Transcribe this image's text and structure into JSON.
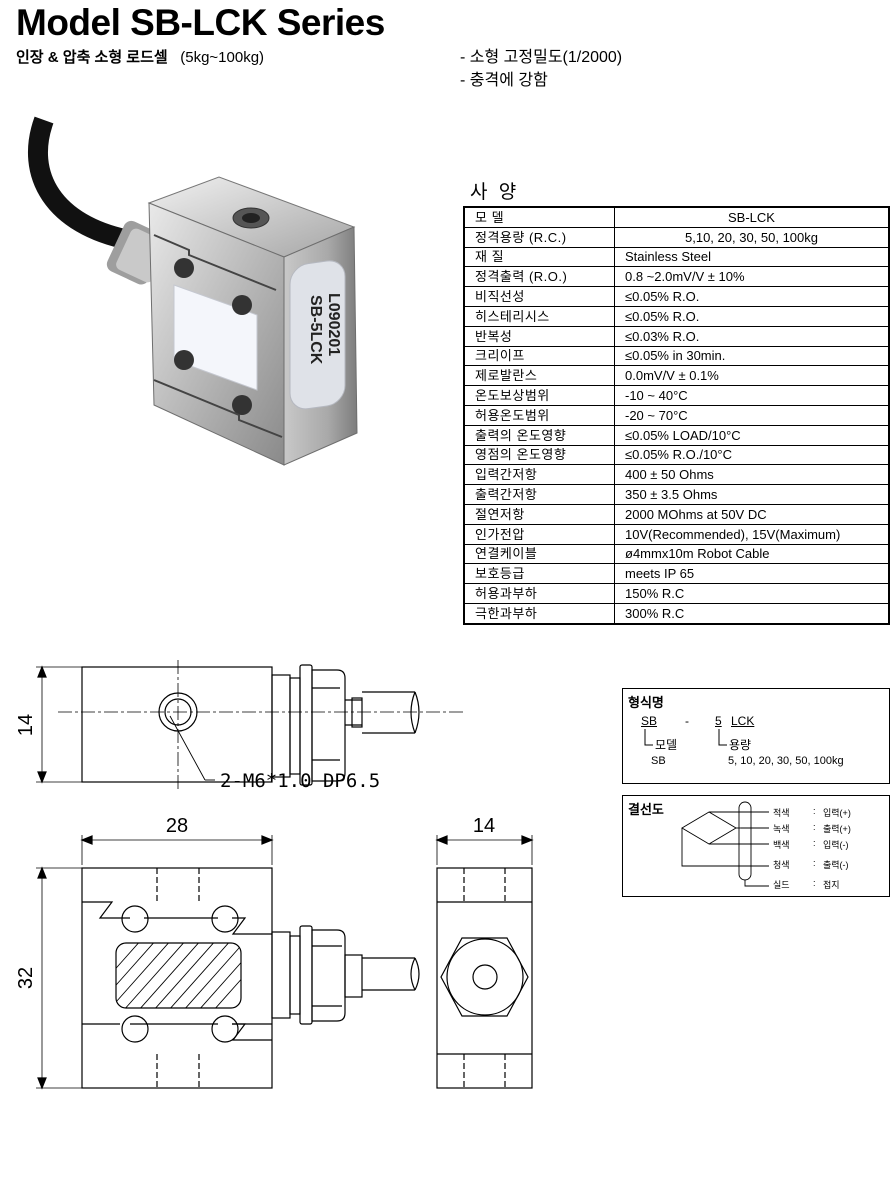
{
  "header": {
    "title": "Model SB-LCK Series",
    "subtitle_ko": "인장 & 압축 소형 로드셀",
    "subtitle_range": "(5kg~100kg)",
    "features": [
      "- 소형 고정밀도(1/2000)",
      "- 충격에 강함"
    ]
  },
  "photo": {
    "label_line1": "SB-5LCK",
    "label_line2": "L090201"
  },
  "specs": {
    "heading": "사  양",
    "rows": [
      {
        "key": "모 델",
        "value": "SB-LCK"
      },
      {
        "key": "정격용량 (R.C.)",
        "value": "5,10, 20, 30, 50, 100kg"
      },
      {
        "key": "재 질",
        "value": "Stainless Steel"
      },
      {
        "key": "정격출력 (R.O.)",
        "value": "0.8 ~2.0mV/V ± 10%"
      },
      {
        "key": "비직선성",
        "value": "≤0.05% R.O."
      },
      {
        "key": "히스테리시스",
        "value": "≤0.05% R.O."
      },
      {
        "key": "반복성",
        "value": "≤0.03% R.O."
      },
      {
        "key": "크리이프",
        "value": "≤0.05% in 30min."
      },
      {
        "key": "제로발란스",
        "value": "0.0mV/V ± 0.1%"
      },
      {
        "key": "온도보상범위",
        "value": "-10 ~ 40°C"
      },
      {
        "key": "허용온도범위",
        "value": "-20 ~ 70°C"
      },
      {
        "key": "출력의 온도영향",
        "value": "≤0.05% LOAD/10°C"
      },
      {
        "key": "영점의 온도영향",
        "value": "≤0.05% R.O./10°C"
      },
      {
        "key": "입력간저항",
        "value": "400 ± 50 Ohms"
      },
      {
        "key": "출력간저항",
        "value": "350 ± 3.5 Ohms"
      },
      {
        "key": "절연저항",
        "value": "2000 MOhms at 50V DC"
      },
      {
        "key": "인가전압",
        "value": "10V(Recommended), 15V(Maximum)"
      },
      {
        "key": "연결케이블",
        "value": "ø4mmx10m Robot Cable"
      },
      {
        "key": "보호등급",
        "value": "meets IP 65"
      },
      {
        "key": "허용과부하",
        "value": "150% R.C"
      },
      {
        "key": "극한과부하",
        "value": "300% R.C"
      }
    ]
  },
  "drawing": {
    "dim_top_height": "14",
    "thread_note": "2-M6*1.0 DP6.5",
    "dim_width": "28",
    "dim_side_width": "14",
    "dim_height": "32"
  },
  "model_code": {
    "title": "형식명",
    "part1": "SB",
    "dash": "-",
    "part2": "5",
    "part3": "LCK",
    "label1": "모델",
    "label2": "용량",
    "value1": "SB",
    "value2": "5, 10, 20, 30, 50, 100kg"
  },
  "wiring": {
    "title": "결선도",
    "wires": [
      {
        "color": "적색",
        "sep": ":",
        "func": "입력(+)"
      },
      {
        "color": "녹색",
        "sep": ":",
        "func": "출력(+)"
      },
      {
        "color": "백색",
        "sep": ":",
        "func": "입력(-)"
      },
      {
        "color": "청색",
        "sep": ":",
        "func": "출력(-)"
      },
      {
        "color": "실드",
        "sep": ":",
        "func": "접지"
      }
    ]
  }
}
